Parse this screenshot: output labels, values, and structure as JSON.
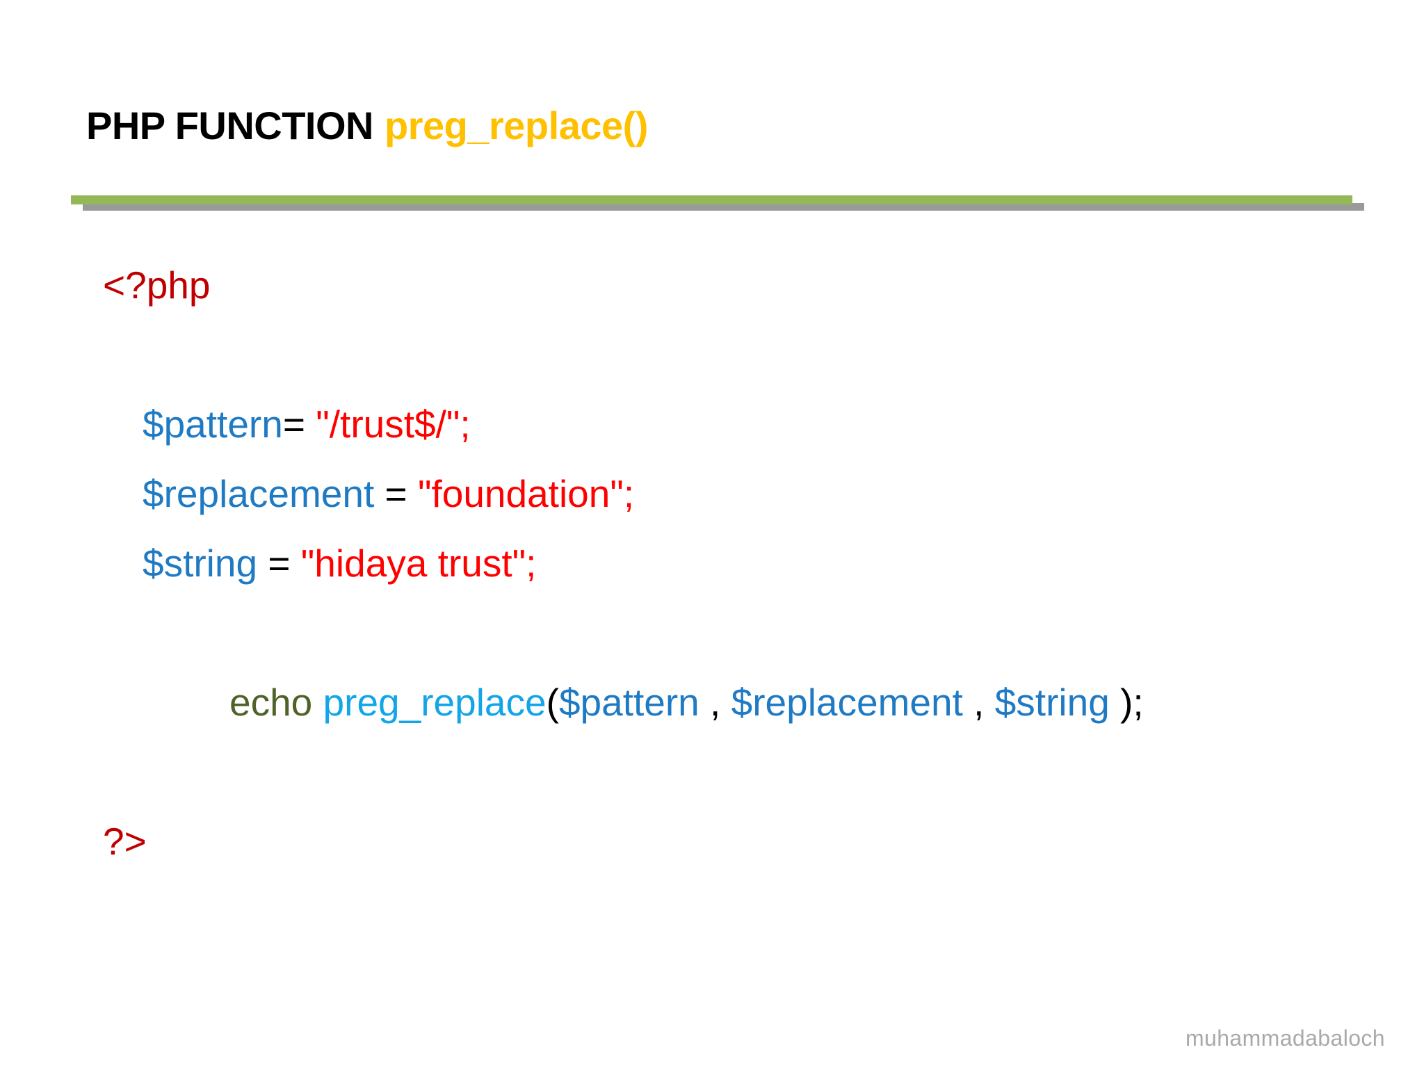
{
  "slide": {
    "title": {
      "main": "PHP FUNCTION",
      "accent": "preg_replace()"
    },
    "divider": {
      "bar_color": "#93b856",
      "shadow_color": "#9a9a9a"
    },
    "code": {
      "lines": [
        {
          "id": "open-tag",
          "indent": "open",
          "tokens": [
            {
              "kind": "tag",
              "text": "<?php"
            }
          ]
        },
        {
          "id": "blank-1",
          "indent": "spacer",
          "tokens": []
        },
        {
          "id": "pattern-assign",
          "indent": "var",
          "tokens": [
            {
              "kind": "var",
              "text": "$pattern"
            },
            {
              "kind": "op",
              "text": "= "
            },
            {
              "kind": "str",
              "text": "\"/trust$/\""
            },
            {
              "kind": "str",
              "text": ";"
            }
          ]
        },
        {
          "id": "replacement-assign",
          "indent": "var",
          "tokens": [
            {
              "kind": "var",
              "text": "$replacement"
            },
            {
              "kind": "op",
              "text": " = "
            },
            {
              "kind": "str",
              "text": "\"foundation\""
            },
            {
              "kind": "str",
              "text": ";"
            }
          ]
        },
        {
          "id": "string-assign",
          "indent": "var",
          "tokens": [
            {
              "kind": "var",
              "text": "$string"
            },
            {
              "kind": "op",
              "text": " = "
            },
            {
              "kind": "str",
              "text": "\"hidaya trust\""
            },
            {
              "kind": "str",
              "text": ";"
            }
          ]
        },
        {
          "id": "blank-2",
          "indent": "spacer",
          "tokens": []
        },
        {
          "id": "echo-call",
          "indent": "echo",
          "tokens": [
            {
              "kind": "kw",
              "text": "echo "
            },
            {
              "kind": "fn",
              "text": "preg_replace"
            },
            {
              "kind": "op",
              "text": "("
            },
            {
              "kind": "var",
              "text": "$pattern"
            },
            {
              "kind": "op",
              "text": " , "
            },
            {
              "kind": "var",
              "text": "$replacement"
            },
            {
              "kind": "op",
              "text": " , "
            },
            {
              "kind": "var",
              "text": "$string"
            },
            {
              "kind": "op",
              "text": " );"
            }
          ]
        },
        {
          "id": "blank-3",
          "indent": "spacer",
          "tokens": []
        },
        {
          "id": "close-tag",
          "indent": "close",
          "tokens": [
            {
              "kind": "tag",
              "text": "?>"
            }
          ]
        }
      ]
    },
    "watermark": "muhammadabaloch"
  }
}
